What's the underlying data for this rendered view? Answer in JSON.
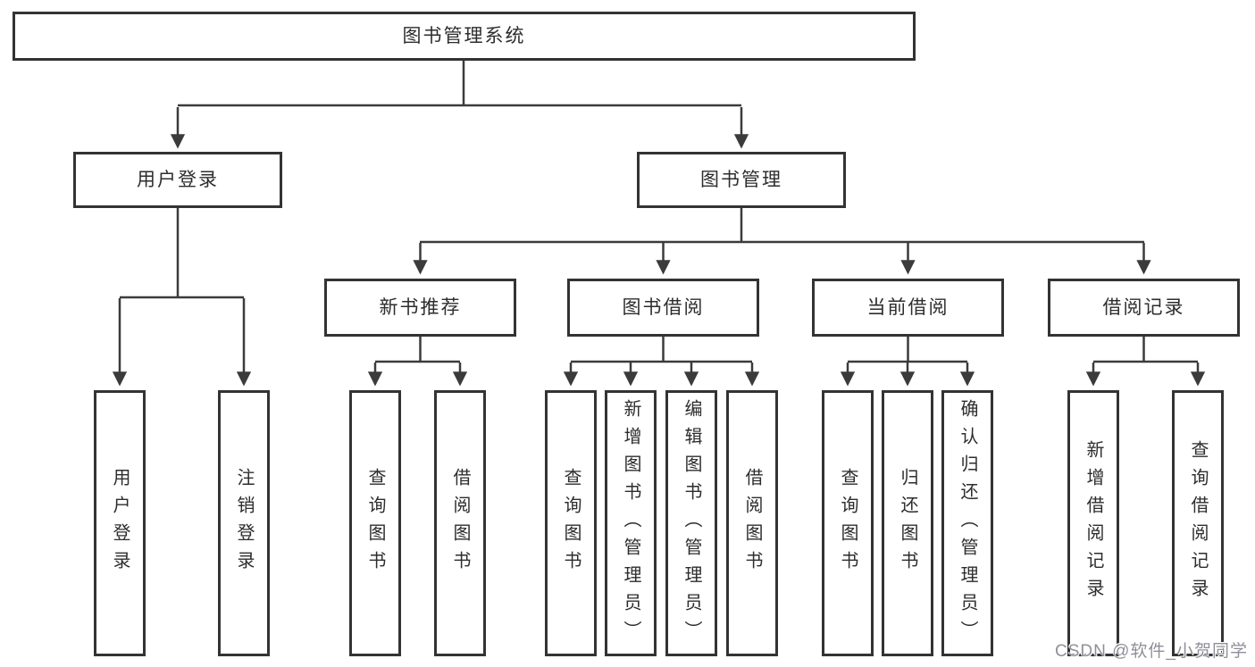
{
  "diagram": {
    "type": "hierarchy-tree",
    "tree": {
      "root": "图书管理系统",
      "branches": [
        {
          "label": "用户登录",
          "children": [
            "用户登录",
            "注销登录"
          ]
        },
        {
          "label": "图书管理",
          "sections": [
            {
              "label": "新书推荐",
              "children": [
                "查询图书",
                "借阅图书"
              ]
            },
            {
              "label": "图书借阅",
              "children": [
                "查询图书",
                "新增图书（管理员）",
                "编辑图书（管理员）",
                "借阅图书"
              ]
            },
            {
              "label": "当前借阅",
              "children": [
                "查询图书",
                "归还图书",
                "确认归还（管理员）"
              ]
            },
            {
              "label": "借阅记录",
              "children": [
                "新增借阅记录",
                "查询借阅记录"
              ]
            }
          ]
        }
      ]
    },
    "colors": {
      "background": "#ffffff",
      "box_border": "#333333",
      "line": "#3b3b3b",
      "text": "#2d2d2d",
      "watermark_text": "#8f8f99"
    }
  },
  "watermark": {
    "text": "CSDN @软件_小贺同学"
  }
}
